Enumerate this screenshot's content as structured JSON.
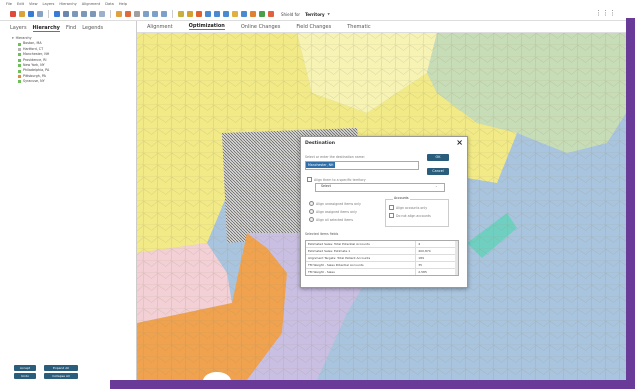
{
  "menubar": {
    "items": [
      "File",
      "Edit",
      "View",
      "Layers",
      "Hierarchy",
      "Alignment",
      "Data",
      "Help"
    ]
  },
  "toolbar": {
    "shield_for_label": "Shield for",
    "shield_for_value": "Territory"
  },
  "left_panel": {
    "tabs": [
      {
        "label": "Layers",
        "active": false
      },
      {
        "label": "Hierarchy",
        "active": true
      },
      {
        "label": "Find",
        "active": false
      },
      {
        "label": "Legends",
        "active": false
      }
    ],
    "tree_root": "Hierarchy",
    "tree_items": [
      {
        "label": "Boston, MA",
        "color": "#6fbf5a"
      },
      {
        "label": "Hartford, CT",
        "color": "#b5b5b5"
      },
      {
        "label": "Manchester, NH",
        "color": "#6fbf5a"
      },
      {
        "label": "Providence, RI",
        "color": "#6fbf5a"
      },
      {
        "label": "New York, NY",
        "color": "#6fbf5a"
      },
      {
        "label": "Philadelphia, PA",
        "color": "#6fbf5a"
      },
      {
        "label": "Pittsburgh, PA",
        "color": "#e08a3c"
      },
      {
        "label": "Syracuse, NY",
        "color": "#6fbf5a"
      }
    ],
    "buttons": [
      "Accept",
      "Expand All",
      "Undo",
      "Collapse All"
    ]
  },
  "map_tabs": [
    {
      "label": "Alignment",
      "active": false
    },
    {
      "label": "Optimization",
      "active": true
    },
    {
      "label": "Online Changes",
      "active": false
    },
    {
      "label": "Field Changes",
      "active": false
    },
    {
      "label": "Thematic",
      "active": false
    }
  ],
  "dialog": {
    "title": "Destination",
    "close": "×",
    "prompt": "Select or enter the destination name:",
    "selected_dest": "Manchester, NH",
    "ok_label": "OK",
    "cancel_label": "Cancel",
    "align_specific_label": "Align them to a specific territory",
    "dropdown_value": "Select",
    "radio_options": [
      "Align unassigned items only",
      "Align assigned items only",
      "Align all selected items"
    ],
    "accounts_title": "Accounts",
    "account_options": [
      "Align accounts only",
      "Do not align accounts"
    ],
    "grid_title": "Selected items fields",
    "grid_rows": [
      {
        "field": "Estimated Sales: Total Potential Accounts",
        "value": "4"
      },
      {
        "field": "Estimated Sales: Estimate 1",
        "value": "400,874"
      },
      {
        "field": "Alignment Targets: Total Patient Accounts",
        "value": "189"
      },
      {
        "field": "TM Weight - Sales Potential Accounts",
        "value": "35"
      },
      {
        "field": "TM Weight - Sales",
        "value": "2,585"
      }
    ]
  },
  "colors": {
    "accent": "#2a5d7c",
    "frame": "#6a3a99",
    "yellow": "#f2ea86",
    "lightyellow": "#f6f3b5",
    "green": "#c7ddb7",
    "pink": "#f3cfd6",
    "orange": "#f0a24e",
    "purple": "#c9bfe3",
    "water": "#a9c4de",
    "teal": "#6fd0c1"
  }
}
